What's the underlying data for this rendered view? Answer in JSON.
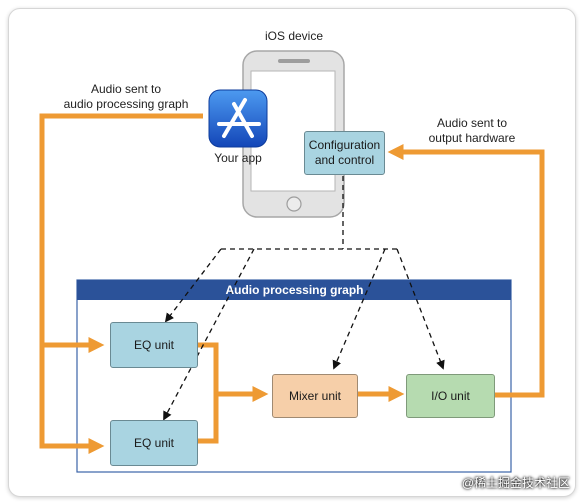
{
  "device": {
    "title": "iOS device"
  },
  "app": {
    "label": "Your app"
  },
  "config": {
    "line1": "Configuration",
    "line2": "and control"
  },
  "labels": {
    "audio_in_line1": "Audio sent to",
    "audio_in_line2": "audio processing graph",
    "audio_out_line1": "Audio sent to",
    "audio_out_line2": "output hardware"
  },
  "graph": {
    "title": "Audio processing graph",
    "eq_unit_1": "EQ unit",
    "eq_unit_2": "EQ unit",
    "mixer_unit": "Mixer unit",
    "io_unit": "I/O unit"
  },
  "watermark": "@稀土掘金技术社区",
  "colors": {
    "flow_orange": "#ee9a33",
    "graph_header": "#2b5299",
    "graph_border": "#3b63a8",
    "box_blue": "#a9d4e1",
    "mixer_peach": "#f6cfa9",
    "io_green": "#b6dbb0",
    "app_icon_blue": "#1f64d6"
  }
}
